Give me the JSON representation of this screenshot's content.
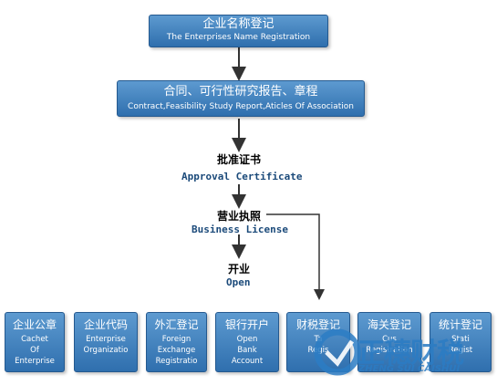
{
  "top_boxes": [
    {
      "cn": "企业名称登记",
      "en": "The Enterprises Name Registration"
    },
    {
      "cn": "合同、可行性研究报告、章程",
      "en": "Contract,Feasibility Study Report,Aticles Of Association"
    }
  ],
  "steps": [
    {
      "cn": "批准证书",
      "en": "Approval Certificate"
    },
    {
      "cn": "营业执照",
      "en": "Business License"
    },
    {
      "cn": "开业",
      "en": "Open"
    }
  ],
  "registrations": [
    {
      "cn": "企业公章",
      "en": "Cachet\nOf\nEnterprise"
    },
    {
      "cn": "企业代码",
      "en": "Enterprise\nOrganizatio"
    },
    {
      "cn": "外汇登记",
      "en": "Foreign\nExchange\nRegistratio"
    },
    {
      "cn": "银行开户",
      "en": "Open\nBank\nAccount"
    },
    {
      "cn": "财税登记",
      "en": "Ta\nRegis"
    },
    {
      "cn": "海关登记",
      "en": "Cus\nRegistration"
    },
    {
      "cn": "统计登记",
      "en": "Stati\nRegist"
    }
  ],
  "watermark": {
    "cn": "正穗财税",
    "en": "ZHENG SUI CAISHUI"
  },
  "colors": {
    "box": "#3d7fbf",
    "step_en": "#1b4a7a",
    "arrow": "#333333"
  }
}
